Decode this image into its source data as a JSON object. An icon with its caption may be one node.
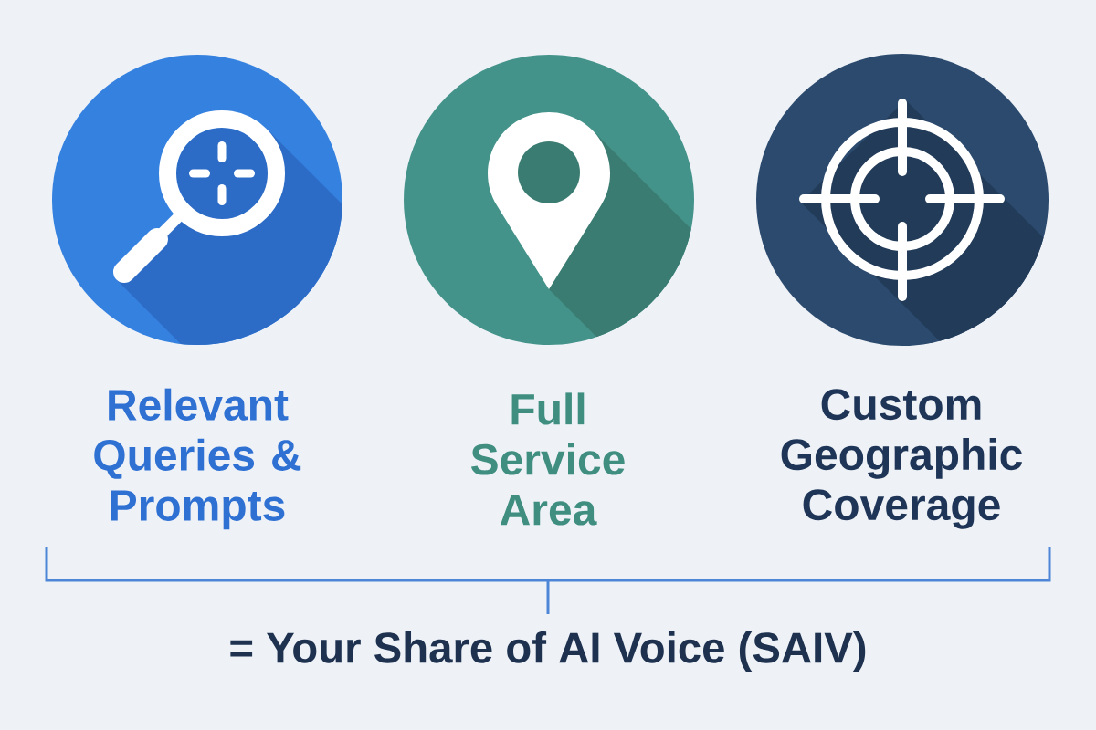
{
  "diagram": {
    "nodes": [
      {
        "text": [
          "Relevant Queries & Prompts"
        ]
      },
      {
        "text": [
          "Full Service Area"
        ]
      },
      {
        "text": [
          "Custom Geographic Coverage"
        ]
      }
    ],
    "labels": [
      "= Your Share of AI Voice (SAIV)"
    ]
  }
}
